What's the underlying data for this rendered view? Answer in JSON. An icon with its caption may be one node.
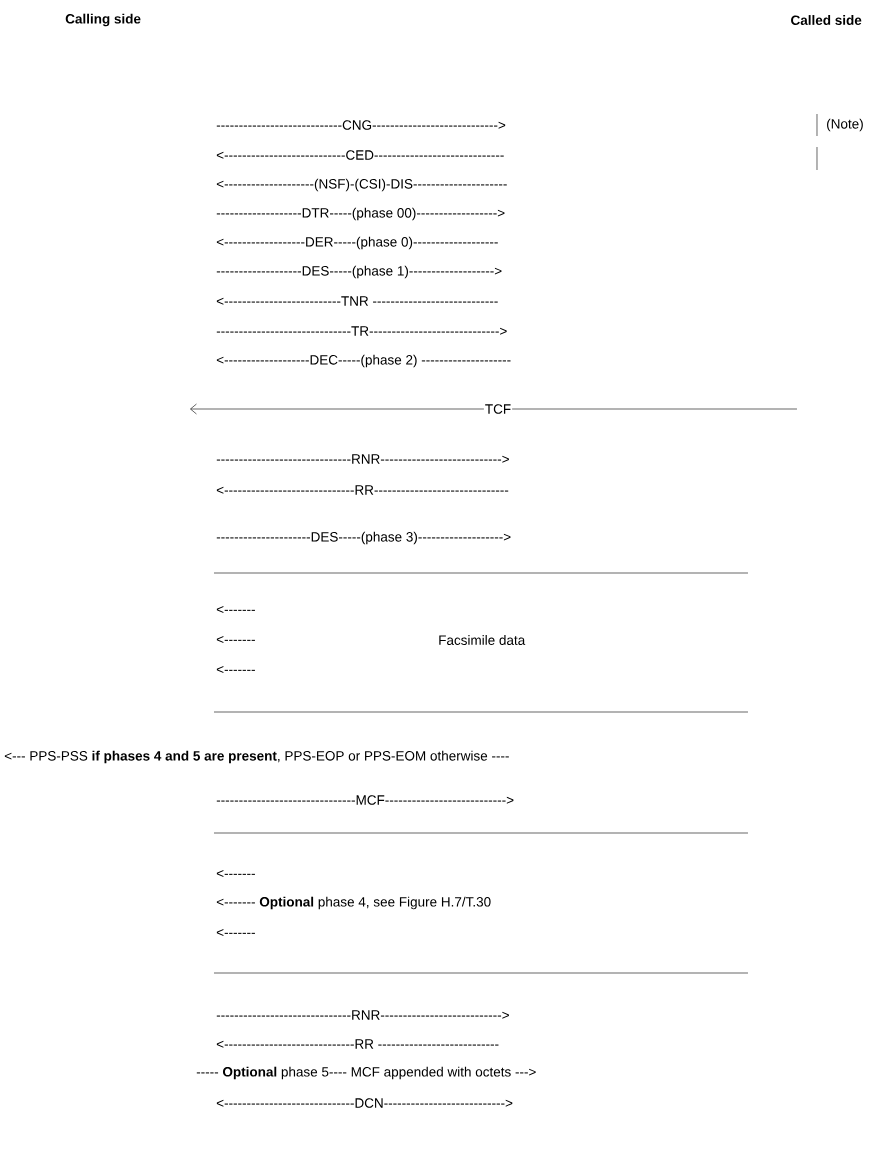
{
  "diagram": {
    "labels": [
      "Calling side",
      "Called side",
      "----------------------------CNG---------------------------->",
      "(Note)",
      "<---------------------------CED-----------------------------",
      "<--------------------(NSF)-(CSI)-DIS---------------------",
      "-------------------DTR-----(phase 00)------------------>",
      "<------------------DER-----(phase 0)-------------------",
      "-------------------DES-----(phase 1)------------------->",
      "<--------------------------TNR ----------------------------",
      "------------------------------TR----------------------------->",
      "<-------------------DEC-----(phase 2) --------------------",
      "TCF",
      "------------------------------RNR--------------------------->",
      "<-----------------------------RR------------------------------",
      "---------------------DES-----(phase 3)------------------->",
      "<-------",
      "<-------",
      "Facsimile data",
      "<-------",
      "<--- PPS-PSS **if phases 4 and 5 are present**, PPS-EOP or PPS-EOM otherwise ----",
      "-------------------------------MCF--------------------------->",
      "<-------",
      "<------- **Optional** phase 4, see Figure H.7/T.30",
      "<-------",
      "------------------------------RNR--------------------------->",
      "<-----------------------------RR ---------------------------",
      "----- **Optional** phase 5---- MCF appended with octets --->",
      "<-----------------------------DCN--------------------------->"
    ]
  }
}
